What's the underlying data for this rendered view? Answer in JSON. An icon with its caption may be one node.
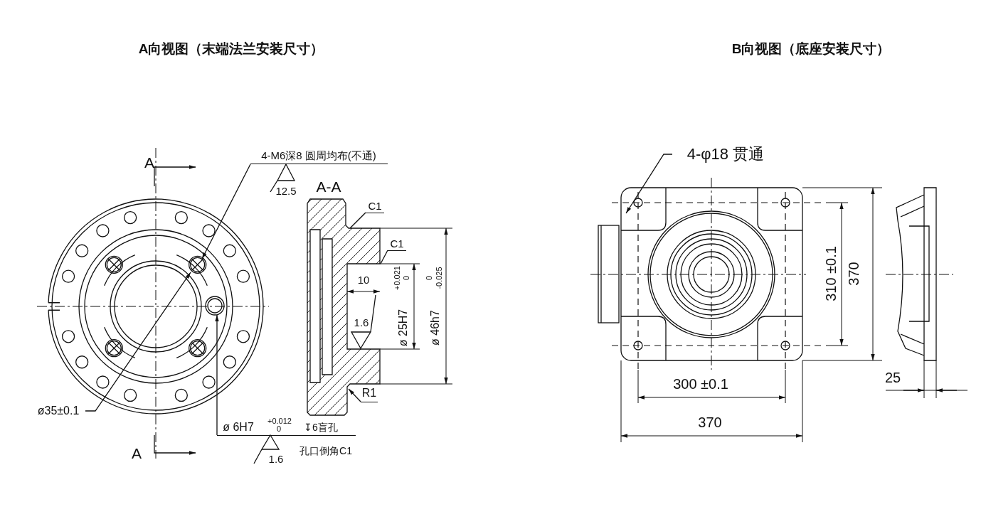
{
  "diagram": {
    "nodes": [
      {
        "text": [
          "4-M6深8 圆周均布(不通)"
        ]
      },
      {
        "text": [
          "ø35±0.1"
        ]
      },
      {
        "text": [
          "ø 6H7",
          "+0.012",
          "0",
          "↧6盲孔"
        ]
      },
      {
        "text": [
          "C1"
        ]
      },
      {
        "text": [
          "C1"
        ]
      },
      {
        "text": [
          "R1"
        ]
      },
      {
        "text": [
          "4-φ18 贯通"
        ]
      },
      {
        "text": [],
        "shape": "picture"
      },
      {
        "text": [],
        "shape": "picture"
      },
      {
        "text": [],
        "shape": "picture"
      }
    ],
    "edges": [
      {
        "from": 0,
        "to": 7,
        "arrow": "to"
      },
      {
        "from": 1,
        "to": 7,
        "arrow": "to"
      },
      {
        "from": 2,
        "to": 7,
        "arrow": "to"
      },
      {
        "from": 3,
        "to": 8,
        "arrow": "none"
      },
      {
        "from": 4,
        "to": 8,
        "arrow": "none"
      },
      {
        "from": 5,
        "to": 8,
        "arrow": "to"
      },
      {
        "from": 6,
        "to": 9,
        "arrow": "to"
      }
    ],
    "labels": [
      "A向视图（末端法兰安装尺寸）",
      "B向视图（底座安装尺寸）",
      "A",
      "12.5",
      "A-A",
      "10",
      "1.6",
      "ø 25H7",
      "+0.021",
      "0",
      "ø 46h7",
      "0",
      "-0.025",
      "310 ±0.1",
      "370",
      "300 ±0.1",
      "25",
      "370",
      "A",
      "1.6",
      "孔口倒角C1"
    ]
  }
}
